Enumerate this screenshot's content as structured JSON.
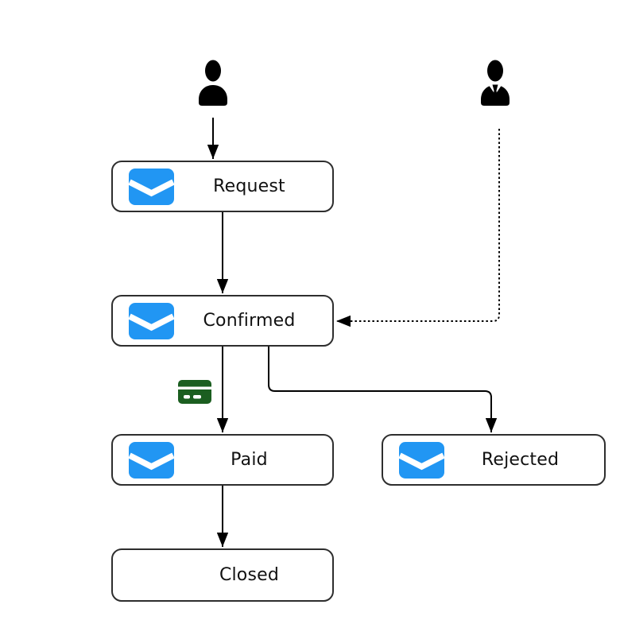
{
  "diagram": {
    "actors": {
      "customer": {
        "icon": "person-icon"
      },
      "manager": {
        "icon": "person-tie-icon"
      }
    },
    "nodes": {
      "request": {
        "label": "Request",
        "icon": "envelope-icon"
      },
      "confirmed": {
        "label": "Confirmed",
        "icon": "envelope-icon"
      },
      "paid": {
        "label": "Paid",
        "icon": "envelope-icon"
      },
      "rejected": {
        "label": "Rejected",
        "icon": "envelope-icon"
      },
      "closed": {
        "label": "Closed",
        "icon": null
      }
    },
    "edges": [
      {
        "from": "customer",
        "to": "request",
        "style": "solid"
      },
      {
        "from": "request",
        "to": "confirmed",
        "style": "solid"
      },
      {
        "from": "manager",
        "to": "confirmed",
        "style": "dotted"
      },
      {
        "from": "confirmed",
        "to": "paid",
        "style": "solid",
        "icon": "credit-card-icon"
      },
      {
        "from": "confirmed",
        "to": "rejected",
        "style": "solid"
      },
      {
        "from": "paid",
        "to": "closed",
        "style": "solid"
      }
    ],
    "colors": {
      "envelope": "#2196f3",
      "card": "#1b5e20",
      "line": "#000000",
      "node-border": "#2e2e2e",
      "node-bg": "#ffffff",
      "text": "#111111",
      "canvas-bg": "#ffffff"
    }
  }
}
